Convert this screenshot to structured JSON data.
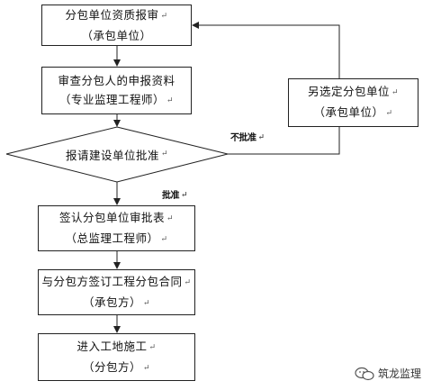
{
  "nodes": {
    "step1": {
      "line1": "分包单位资质报审",
      "line2": "（承包单位）"
    },
    "step2": {
      "line1": "审查分包人的申报资料",
      "line2": "（专业监理工程师）"
    },
    "decision": {
      "text": "报请建设单位批准"
    },
    "step3": {
      "line1": "签认分包单位审批表",
      "line2": "（总监理工程师）"
    },
    "step4": {
      "line1": "与分包方签订工程分包合同",
      "line2": "（承包方）"
    },
    "step5": {
      "line1": "进入工地施工",
      "line2": "（分包方）"
    },
    "alt": {
      "line1": "另选定分包单位",
      "line2": "（承包单位）"
    }
  },
  "edges": {
    "reject": "不批准",
    "approve": "批准"
  },
  "return_mark": "↵",
  "watermark": {
    "text": "筑龙监理"
  },
  "colors": {
    "stroke": "#222222",
    "background": "#ffffff"
  }
}
